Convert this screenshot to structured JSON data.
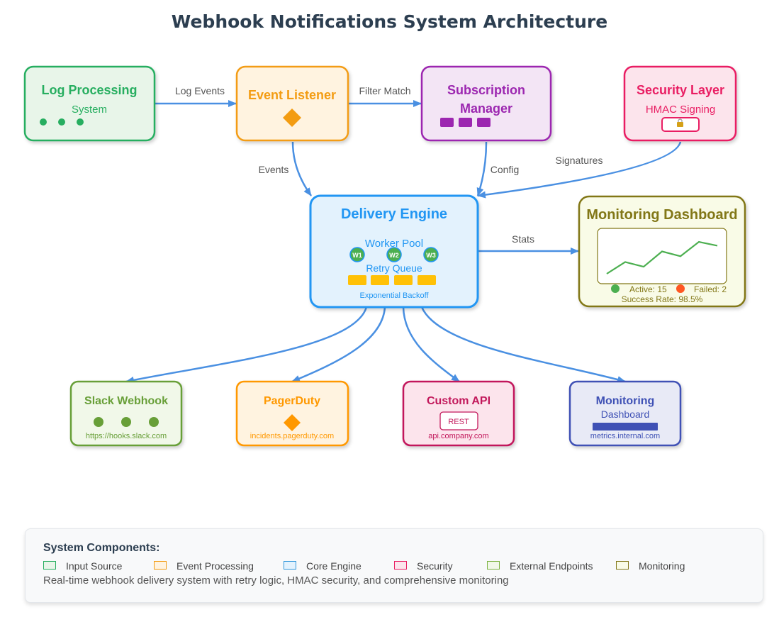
{
  "title": "Webhook Notifications System Architecture",
  "nodes": {
    "log_processing": {
      "title": "Log Processing",
      "subtitle": "System"
    },
    "event_listener": {
      "title": "Event Listener"
    },
    "subscription_manager": {
      "title_line1": "Subscription",
      "title_line2": "Manager"
    },
    "security_layer": {
      "title": "Security Layer",
      "subtitle": "HMAC Signing",
      "badge_icon": "lock-icon"
    },
    "delivery_engine": {
      "title": "Delivery Engine",
      "worker_pool_label": "Worker Pool",
      "workers": [
        "W1",
        "W2",
        "W3"
      ],
      "retry_queue_label": "Retry Queue",
      "backoff_label": "Exponential Backoff"
    },
    "monitoring_dashboard": {
      "title": "Monitoring Dashboard",
      "active_label": "Active: 15",
      "failed_label": "Failed: 2",
      "success_label": "Success Rate: 98.5%",
      "trend": [
        0,
        0.37,
        0.22,
        0.7,
        0.55,
        1.0,
        0.88
      ]
    },
    "slack_webhook": {
      "title": "Slack Webhook",
      "url": "https://hooks.slack.com"
    },
    "pagerduty": {
      "title": "PagerDuty",
      "url": "incidents.pagerduty.com"
    },
    "custom_api": {
      "title": "Custom API",
      "badge": "REST",
      "url": "api.company.com"
    },
    "monitoring_endpoint": {
      "title": "Monitoring",
      "subtitle": "Dashboard",
      "url": "metrics.internal.com"
    }
  },
  "edges": {
    "log_events": "Log Events",
    "filter_match": "Filter Match",
    "events": "Events",
    "config": "Config",
    "signatures": "Signatures",
    "stats": "Stats"
  },
  "legend": {
    "title": "System Components:",
    "items": [
      {
        "label": "Input Source",
        "border": "#27ae60",
        "fill": "#e8f5e9"
      },
      {
        "label": "Event Processing",
        "border": "#f39c12",
        "fill": "#fff3e0"
      },
      {
        "label": "Core Engine",
        "border": "#3498db",
        "fill": "#e3f2fd"
      },
      {
        "label": "Security",
        "border": "#e91e63",
        "fill": "#fce4ec"
      },
      {
        "label": "External Endpoints",
        "border": "#7cb342",
        "fill": "#f1f8e9"
      },
      {
        "label": "Monitoring",
        "border": "#827717",
        "fill": "#f9fbe7"
      }
    ],
    "description": "Real-time webhook delivery system with retry logic, HMAC security, and comprehensive monitoring"
  },
  "colors": {
    "arrow": "#4a90e2",
    "input": "#27ae60",
    "event": "#f39c12",
    "subscription": "#9c27b0",
    "security": "#e91e63",
    "core": "#2196f3",
    "monitoring": "#827717",
    "slack": "#689f38",
    "pagerduty": "#ff9800",
    "custom_api": "#c2185b",
    "monitoring_endpoint": "#3f51b5",
    "queue": "#ffc107",
    "active": "#4caf50",
    "failed": "#ff5722"
  }
}
